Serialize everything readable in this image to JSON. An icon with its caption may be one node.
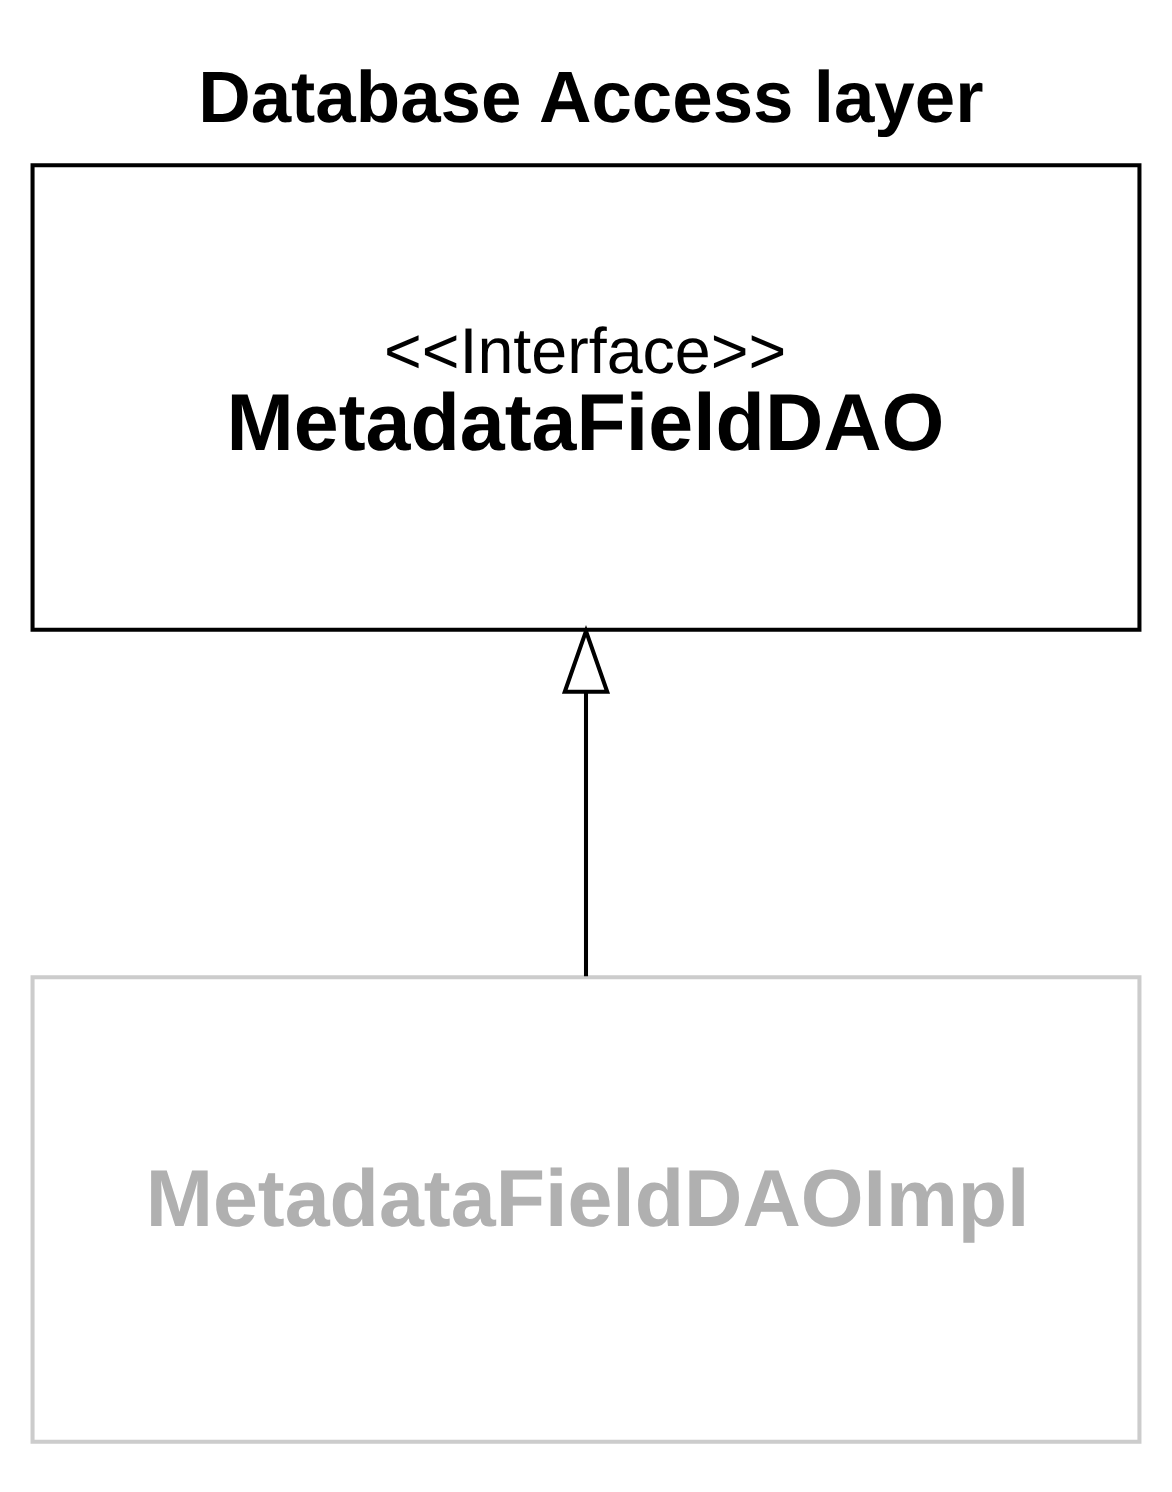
{
  "diagram": {
    "title": "Database Access layer",
    "nodes": [
      {
        "text": [
          "<<Interface>>",
          "MetadataFieldDAO"
        ]
      },
      {
        "text": [
          "MetadataFieldDAOImpl"
        ]
      }
    ],
    "edges": [
      {
        "from": 1,
        "to": 0,
        "arrow": "to"
      }
    ]
  }
}
